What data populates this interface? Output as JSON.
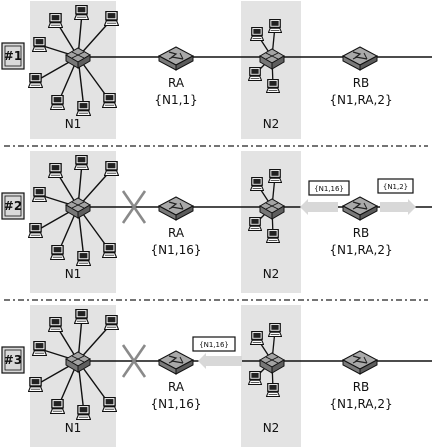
{
  "panels": [
    {
      "step": "#1",
      "n1_label": "N1",
      "n2_label": "N2",
      "ra_label": "RA",
      "ra_entry": "{N1,1}",
      "rb_label": "RB",
      "rb_entry": "{N1,RA,2}",
      "link_broken": false
    },
    {
      "step": "#2",
      "n1_label": "N1",
      "n2_label": "N2",
      "ra_label": "RA",
      "ra_entry": "{N1,16}",
      "rb_label": "RB",
      "rb_entry": "{N1,RA,2}",
      "link_broken": true,
      "msg_left": "{N1,16}",
      "msg_right": "{N1,2}"
    },
    {
      "step": "#3",
      "n1_label": "N1",
      "n2_label": "N2",
      "ra_label": "RA",
      "ra_entry": "{N1,16}",
      "rb_label": "RB",
      "rb_entry": "{N1,RA,2}",
      "link_broken": true,
      "msg_ra": "{N1,16}"
    }
  ],
  "colors": {
    "network_zone": "#e3e3e3",
    "router": "#9a9a9a",
    "broken_x": "#8a8a8a",
    "arrow": "#d8d8d8",
    "step_box": "#d9d9d9"
  }
}
